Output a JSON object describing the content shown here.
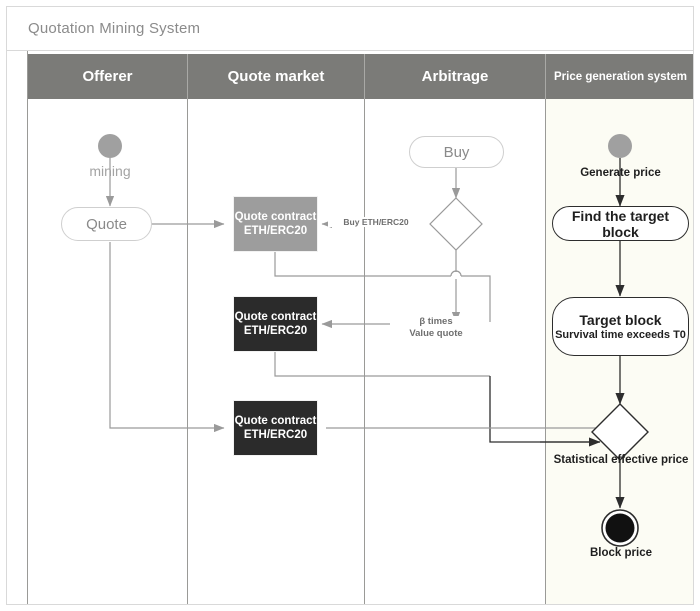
{
  "diagram": {
    "title": "Quotation Mining System",
    "type": "activity-swimlane-diagram",
    "lanes": [
      {
        "id": "offerer",
        "label": "Offerer"
      },
      {
        "id": "quote-market",
        "label": "Quote market"
      },
      {
        "id": "arbitrage",
        "label": "Arbitrage"
      },
      {
        "id": "price-generation",
        "label": "Price generation system"
      }
    ],
    "nodes": {
      "offerer_start": {
        "label": "",
        "shape": "initial-node",
        "lane": "offerer"
      },
      "offerer_start_caption": {
        "label": "mining",
        "lane": "offerer"
      },
      "quote": {
        "label": "Quote",
        "shape": "rounded-pill",
        "lane": "offerer"
      },
      "quote_contract_1": {
        "line1": "Quote contract",
        "line2": "ETH/ERC20",
        "shape": "rectangle",
        "lane": "quote-market"
      },
      "quote_contract_2": {
        "line1": "Quote contract",
        "line2": "ETH/ERC20",
        "shape": "rectangle",
        "lane": "quote-market"
      },
      "quote_contract_3": {
        "line1": "Quote contract",
        "line2": "ETH/ERC20",
        "shape": "rectangle",
        "lane": "quote-market"
      },
      "buy": {
        "label": "Buy",
        "shape": "rounded-pill",
        "lane": "arbitrage"
      },
      "arb_decision": {
        "label": "",
        "shape": "diamond",
        "lane": "arbitrage"
      },
      "price_start": {
        "label": "",
        "shape": "initial-node",
        "lane": "price-generation"
      },
      "price_start_caption": {
        "label": "Generate price",
        "lane": "price-generation"
      },
      "find_target_block": {
        "label": "Find the target block",
        "shape": "rounded-pill",
        "lane": "price-generation"
      },
      "target_block": {
        "line1": "Target block",
        "line2": "Survival time exceeds T0",
        "shape": "rounded-pill",
        "lane": "price-generation"
      },
      "stat_decision": {
        "label": "",
        "shape": "diamond",
        "lane": "price-generation"
      },
      "stat_decision_caption": {
        "label": "Statistical effective price",
        "lane": "price-generation"
      },
      "block_price": {
        "label": "Block price",
        "shape": "final-node",
        "lane": "price-generation"
      }
    },
    "edge_labels": {
      "buy_eth_erc20": "Buy ETH/ERC20",
      "beta_times_line1": "β times",
      "beta_times_line2": "Value quote"
    }
  },
  "colors": {
    "lane_header_bg": "#7b7b78",
    "lane_header_text": "#ffffff",
    "box_gray": "#9d9d9d",
    "box_dark": "#2b2b2b",
    "start_node": "#a0a0a0",
    "final_node": "#111111",
    "title_text": "#8b8b8b",
    "frame_border": "#d9d9d9",
    "connector_light": "#9a9a9a",
    "connector_dark": "#2d2d2d"
  }
}
